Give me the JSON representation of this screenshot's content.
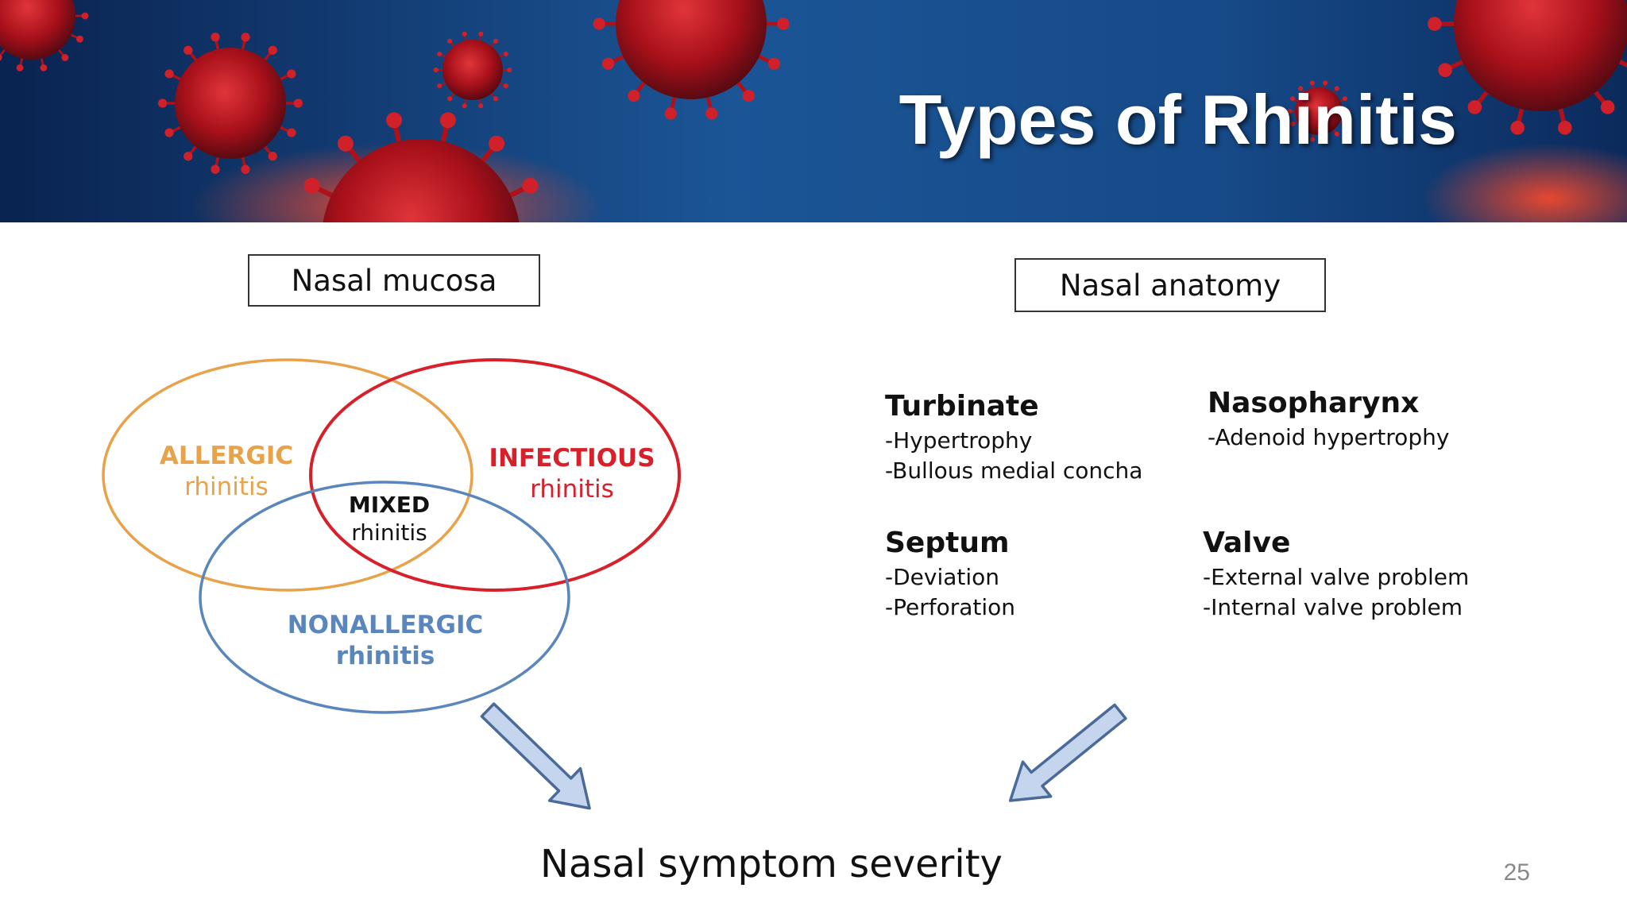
{
  "slide": {
    "title": "Types of Rhinitis",
    "page_number": "25",
    "bottom_label": "Nasal symptom severity"
  },
  "mucosa": {
    "box_label": "Nasal mucosa",
    "circles": [
      {
        "key": "allergic",
        "head": "ALLERGIC",
        "sub": "rhinitis",
        "color": "#E8A24A"
      },
      {
        "key": "infectious",
        "head": "INFECTIOUS",
        "sub": "rhinitis",
        "color": "#D8202A"
      },
      {
        "key": "nonallergic",
        "head": "NONALLERGIC",
        "sub": "rhinitis",
        "color": "#5A86BE"
      }
    ],
    "overlap": {
      "head": "MIXED",
      "sub": "rhinitis",
      "color": "#111111"
    }
  },
  "anatomy": {
    "box_label": "Nasal anatomy",
    "categories": [
      {
        "head": "Turbinate",
        "items": [
          "-Hypertrophy",
          "-Bullous medial concha"
        ]
      },
      {
        "head": "Nasopharynx",
        "items": [
          "-Adenoid hypertrophy"
        ]
      },
      {
        "head": "Septum",
        "items": [
          "-Deviation",
          "-Perforation"
        ]
      },
      {
        "head": "Valve",
        "items": [
          "-External valve problem",
          "-Internal valve problem"
        ]
      }
    ]
  },
  "colors": {
    "arrow_fill": "#C5D5EE",
    "arrow_stroke": "#4A6A9A",
    "banner_dark": "#0B2A5C",
    "banner_mid": "#1E5AA0",
    "virus_red": "#C0141C"
  }
}
